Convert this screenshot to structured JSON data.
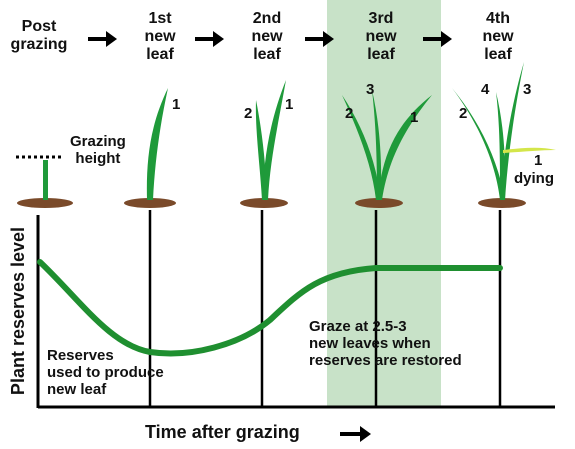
{
  "stages": [
    {
      "label_lines": [
        "Post",
        "grazing"
      ]
    },
    {
      "label_lines": [
        "1st",
        "new",
        "leaf"
      ]
    },
    {
      "label_lines": [
        "2nd",
        "new",
        "leaf"
      ]
    },
    {
      "label_lines": [
        "3rd",
        "new",
        "leaf"
      ]
    },
    {
      "label_lines": [
        "4th",
        "new",
        "leaf"
      ]
    }
  ],
  "leaf_numbers": {
    "stage1": [
      "1"
    ],
    "stage2": [
      "2",
      "1"
    ],
    "stage3": [
      "2",
      "3",
      "1"
    ],
    "stage4": [
      "2",
      "4",
      "3",
      "1"
    ]
  },
  "grazing_height_label": [
    "Grazing",
    "height"
  ],
  "dying_label": "dying",
  "y_axis_label": "Plant reserves level",
  "x_axis_label": "Time after grazing",
  "annotation_reserves": [
    "Reserves",
    "used to produce",
    "new leaf"
  ],
  "annotation_graze": [
    "Graze at 2.5-3",
    "new leaves when",
    "reserves are restored"
  ],
  "colors": {
    "plant_green": "#1f9a3a",
    "curve_green": "#1f8f30",
    "highlight_band": "#c8e2c8",
    "soil": "#7a4a2a",
    "dying_leaf": "#d4e64a"
  }
}
